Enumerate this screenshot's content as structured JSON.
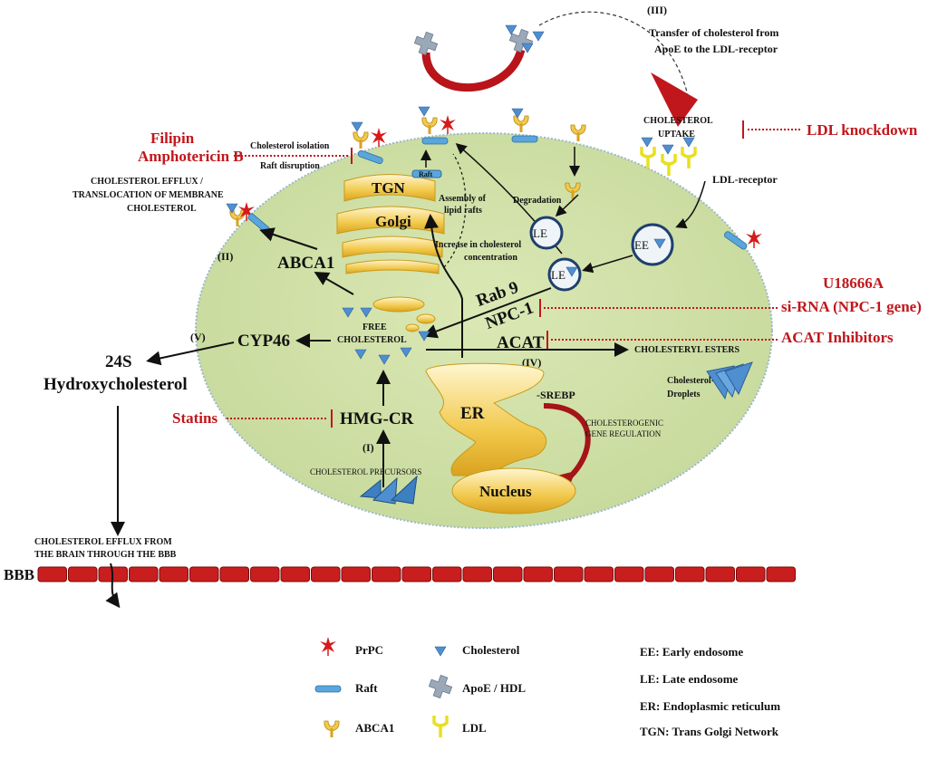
{
  "colors": {
    "cell_fill": "#cfdfa6",
    "cell_border": "#9bb8c8",
    "inhibitor_red": "#c0171c",
    "cholesterol_blue": "#4f8fd0",
    "raft_blue": "#5aa6dc",
    "golgi_yellow": "#f2c94c",
    "bbb_red": "#c81e1e"
  },
  "labels": {
    "step_iii": "(III)",
    "transfer_line1": "Transfer of cholesterol from",
    "transfer_line2": "ApoE to the LDL-receptor",
    "uptake_line1": "CHOLESTEROL",
    "uptake_line2": "UPTAKE",
    "ldl_knockdown": "LDL knockdown",
    "ldl_receptor": "LDL-receptor",
    "filipin": "Filipin",
    "amphotericin": "Amphotericin B",
    "chol_isolation": "Cholesterol isolation",
    "raft_disruption": "Raft disruption",
    "raft": "Raft",
    "efflux_line1": "CHOLESTEROL EFFLUX /",
    "efflux_line2": "TRANSLOCATION OF MEMBRANE",
    "efflux_line3": "CHOLESTEROL",
    "step_ii": "(II)",
    "abca1": "ABCA1",
    "tgn": "TGN",
    "golgi": "Golgi",
    "assembly_line1": "Assembly of",
    "assembly_line2": "lipid rafts",
    "increase_line1": "Increase in cholesterol",
    "increase_line2": "concentration",
    "degradation": "Degradation",
    "le": "LE",
    "ee": "EE",
    "u18666a": "U18666A",
    "sirna": "si-RNA (NPC-1 gene)",
    "rab9": "Rab 9",
    "npc1": "NPC-1",
    "free_chol_line1": "FREE",
    "free_chol_line2": "CHOLESTEROL",
    "step_v": "(V)",
    "cyp46": "CYP46",
    "hydroxy_line1": "24S",
    "hydroxy_line2": "Hydroxycholesterol",
    "acat": "ACAT",
    "acat_inhibitors": "ACAT Inhibitors",
    "cholesteryl_esters": "CHOLESTERYL ESTERS",
    "step_iv": "(IV)",
    "droplets_line1": "Cholesterol-",
    "droplets_line2": "Droplets",
    "srebp": "-SREBP",
    "er": "ER",
    "gene_reg_line1": "CHOLESTEROGENIC",
    "gene_reg_line2": "GENE REGULATION",
    "statins": "Statins",
    "hmgcr": "HMG-CR",
    "step_i": "(I)",
    "precursors": "CHOLESTEROL PRECURSORS",
    "nucleus": "Nucleus",
    "bbb_efflux_line1": "CHOLESTEROL EFFLUX FROM",
    "bbb_efflux_line2": "THE BRAIN THROUGH THE BBB",
    "bbb": "BBB"
  },
  "legend": {
    "items": [
      {
        "icon": "prpc-icon",
        "label": "PrPC"
      },
      {
        "icon": "cholesterol-icon",
        "label": "Cholesterol"
      },
      {
        "icon": "raft-icon",
        "label": "Raft"
      },
      {
        "icon": "apoe-hdl-icon",
        "label": "ApoE / HDL"
      },
      {
        "icon": "abca1-icon",
        "label": "ABCA1"
      },
      {
        "icon": "ldl-icon",
        "label": "LDL"
      }
    ],
    "abbreviations": [
      "EE: Early endosome",
      "LE: Late endosome",
      "ER: Endoplasmic reticulum",
      "TGN: Trans Golgi Network"
    ]
  }
}
